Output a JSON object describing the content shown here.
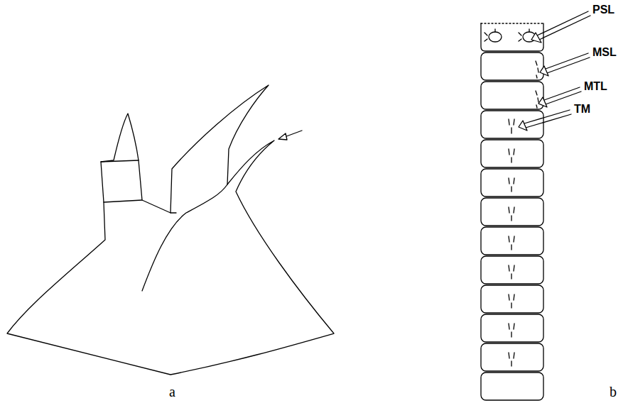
{
  "diagram": {
    "labels": [
      "PSL",
      "MSL",
      "MTL",
      "TM",
      "a",
      "b"
    ]
  }
}
